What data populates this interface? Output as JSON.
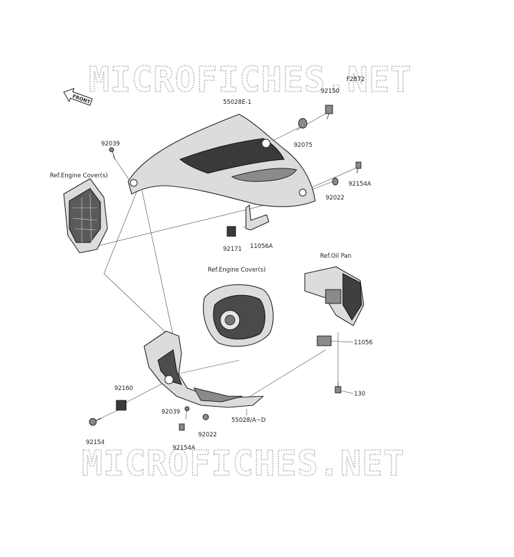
{
  "watermark": "MICROFICHES.NET",
  "figure_code": "F2872",
  "front_label": "FRONT",
  "references": {
    "engine_cover_left": "Ref.Engine Cover(s)",
    "engine_cover_center": "Ref.Engine Cover(s)",
    "oil_pan": "Ref.Oil Pan"
  },
  "parts": {
    "p55028e1": "55028E-1",
    "p92150": "92150",
    "p92075": "92075",
    "p92039_top": "92039",
    "p92154a_top": "92154A",
    "p92022_top": "92022",
    "p92171": "92171",
    "p11056a": "11056A",
    "p11056": "11056",
    "p130": "130",
    "p92160": "92160",
    "p92039_bottom": "92039",
    "p92022_bottom": "92022",
    "p55028ad": "55028/A~D",
    "p92154": "92154",
    "p92154a_bottom": "92154A"
  }
}
